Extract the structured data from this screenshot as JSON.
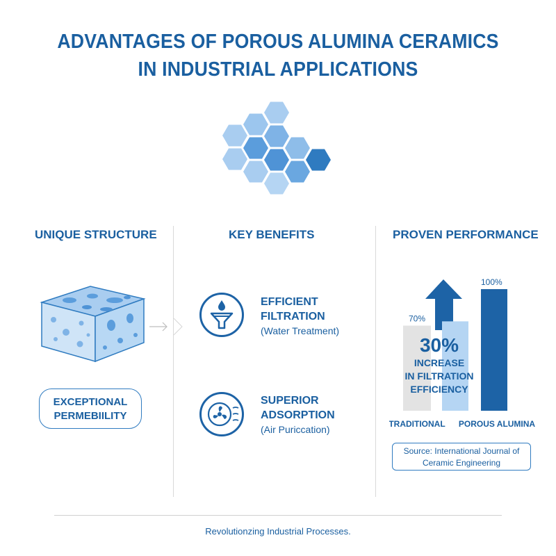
{
  "header": {
    "title_line1": "ADVANTAGES OF POROUS ALUMINA CERAMICS",
    "title_line2": "IN INDUSTRIAL APPLICATIONS"
  },
  "columns": {
    "structure": {
      "heading": "UNIQUE STRUCTURE",
      "badge_line1": "EXCEPTIONAL",
      "badge_line2": "PERMEBIILITY"
    },
    "benefits": {
      "heading": "KEY BENEFITS",
      "items": [
        {
          "title_line1": "EFFICIENT",
          "title_line2": "FILTRATION",
          "subtitle": "(Water Treatment)",
          "icon": "filter-funnel-icon"
        },
        {
          "title_line1": "SUPERIOR",
          "title_line2": "ADSORPTION",
          "subtitle": "(Air Puriccation)",
          "icon": "fan-icon"
        }
      ]
    },
    "performance": {
      "heading": "PROVEN PERFORMANCE",
      "highlight_value": "30%",
      "highlight_line1": "INCREASE",
      "highlight_line2": "IN FILTRATION",
      "highlight_line3": "EFFICIENCY",
      "source_line1": "Source: International Journal of",
      "source_line2": "Ceramic Engineering"
    }
  },
  "chart_data": {
    "type": "bar",
    "categories": [
      "TRADITIONAL",
      "POROUS ALUMINA"
    ],
    "values": [
      70,
      100
    ],
    "data_labels": [
      "70%",
      "100%"
    ],
    "ylim": [
      0,
      100
    ],
    "colors": [
      "#e3e3e3",
      "#1d63a6"
    ],
    "grid": false
  },
  "footer": {
    "tagline": "Revolutionzing Industrial Processes."
  },
  "colors": {
    "primary": "#1a5fa0",
    "accent": "#1d63a6",
    "light": "#a9cdf0"
  }
}
